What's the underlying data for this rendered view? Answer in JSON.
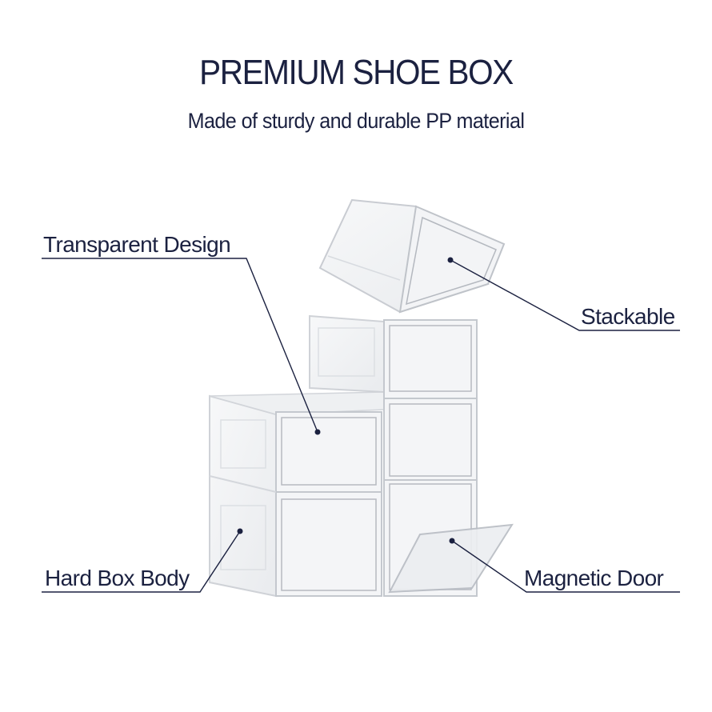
{
  "header": {
    "title": "PREMIUM SHOE BOX",
    "subtitle": "Made of sturdy and durable PP material"
  },
  "callouts": [
    {
      "id": "transparent",
      "label": "Transparent Design",
      "side": "left"
    },
    {
      "id": "stackable",
      "label": "Stackable",
      "side": "right"
    },
    {
      "id": "hardbody",
      "label": "Hard Box Body",
      "side": "left"
    },
    {
      "id": "magnetic",
      "label": "Magnetic Door",
      "side": "right"
    }
  ],
  "colors": {
    "text": "#1b2140",
    "background": "#ffffff",
    "box_edge": "#c9ccd2",
    "box_fill": "#f1f2f4"
  },
  "product": {
    "name": "clear stackable shoe boxes",
    "count_visible": 6
  }
}
